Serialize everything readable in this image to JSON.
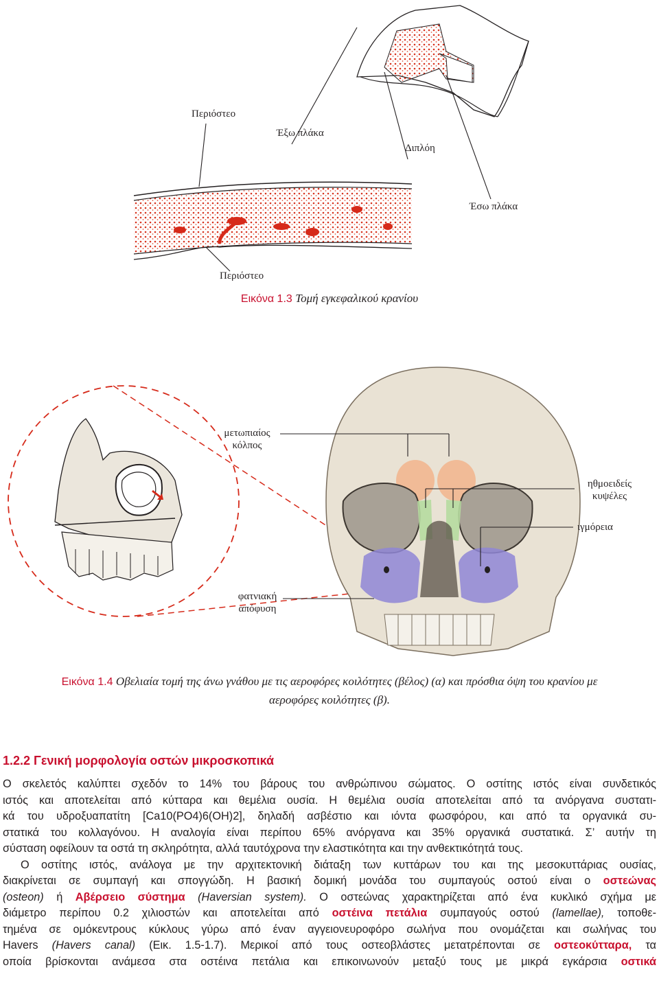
{
  "figure13": {
    "labels": {
      "periosteum_top": "Περιόστεο",
      "outer_plate": "Έξω πλάκα",
      "diploe": "Διπλόη",
      "inner_plate": "Έσω πλάκα",
      "periosteum_bottom": "Περιόστεο"
    },
    "caption": {
      "number": "Εικόνα 1.3",
      "text": "Τομή εγκεφαλικού κρανίου"
    }
  },
  "figure14": {
    "labels": {
      "frontal_sinus_1": "μετωπιαίος",
      "frontal_sinus_2": "κόλπος",
      "ethmoid_1": "ηθμοειδείς",
      "ethmoid_2": "κυψέλες",
      "maxillary": "ιγμόρεια",
      "alveolar_1": "φατνιακή",
      "alveolar_2": "απόφυση"
    },
    "caption": {
      "number": "Εικόνα 1.4",
      "text_line1": "Οβελιαία τομή της άνω γνάθου με τις αεροφόρες κοιλότητες (βέλος) (α) και πρόσθια όψη του κρανίου με",
      "text_line2": "αεροφόρες κοιλότητες (β)."
    }
  },
  "section": {
    "heading": "1.2.2 Γενική μορφολογία οστών μικροσκοπικά",
    "lines": {
      "l1": "Ο σκελετός καλύπτει σχεδόν το 14% του βάρους του ανθρώπινου σώματος. Ο οστίτης ιστός είναι συνδετικός",
      "l2": "ιστός και αποτελείται από κύτταρα και θεμέλια ουσία. Η θεμέλια ουσία αποτελείται από τα ανόργανα συστατι-",
      "l3": "κά του υδροξυαπατίτη [Ca10(PO4)6(OH)2], δηλαδή ασβέστιο και ιόντα φωσφόρου, και από τα οργανικά συ-",
      "l4": "στατικά του κολλαγόνου. Η αναλογία είναι περίπου 65% ανόργανα και 35% οργανικά συστατικά. Σ’ αυτήν τη",
      "l5": "σύσταση οφείλουν τα οστά τη σκληρότητα, αλλά ταυτόχρονα την ελαστικότητα και την ανθεκτικότητά τους.",
      "l6": "Ο οστίτης ιστός, ανάλογα με την αρχιτεκτονική διάταξη των κυττάρων του και της μεσοκυττάριας ουσίας,",
      "l7": "διακρίνεται σε συμπαγή και σπογγώδη. Η βασική δομική μονάδα του συμπαγούς οστού είναι ο",
      "l7_bold": "οστεώνας",
      "l8_italic1": "(osteon)",
      "l8_mid": "ή",
      "l8_bold": "Αβέρσειο σύστημα",
      "l8_italic2": "(Haversian system).",
      "l8_rest": "Ο οστεώνας χαρακτηρίζεται από ένα κυκλικό σχήμα με",
      "l9_a": "διάμετρο περίπου 0.2 χιλιοστών και αποτελείται από",
      "l9_bold": "οστέινα πετάλια",
      "l9_b": "συμπαγούς οστού",
      "l9_italic": "(lamellae),",
      "l9_c": "τοποθε-",
      "l10": "τημένα σε ομόκεντρους κύκλους γύρω από έναν αγγειονευροφόρο σωλήνα που ονομάζεται και σωλήνας του",
      "l11_a": "Havers",
      "l11_italic": "(Havers canal)",
      "l11_b": "(Εικ. 1.5-1.7). Μερικοί από τους οστεοβλάστες μετατρέπονται σε",
      "l11_bold": "οστεοκύτταρα,",
      "l11_c": "τα",
      "l12_a": "οποία βρίσκονται ανάμεσα στα οστέινα πετάλια και επικοινωνούν μεταξύ τους με μικρά εγκάρσια",
      "l12_bold": "οστικά"
    }
  },
  "colors": {
    "accent_red": "#c8102e",
    "bone": "#e9e2d4",
    "sinus_orange": "#f2b48c",
    "sinus_green": "#b6dca0",
    "sinus_blue": "#8f86d6"
  }
}
